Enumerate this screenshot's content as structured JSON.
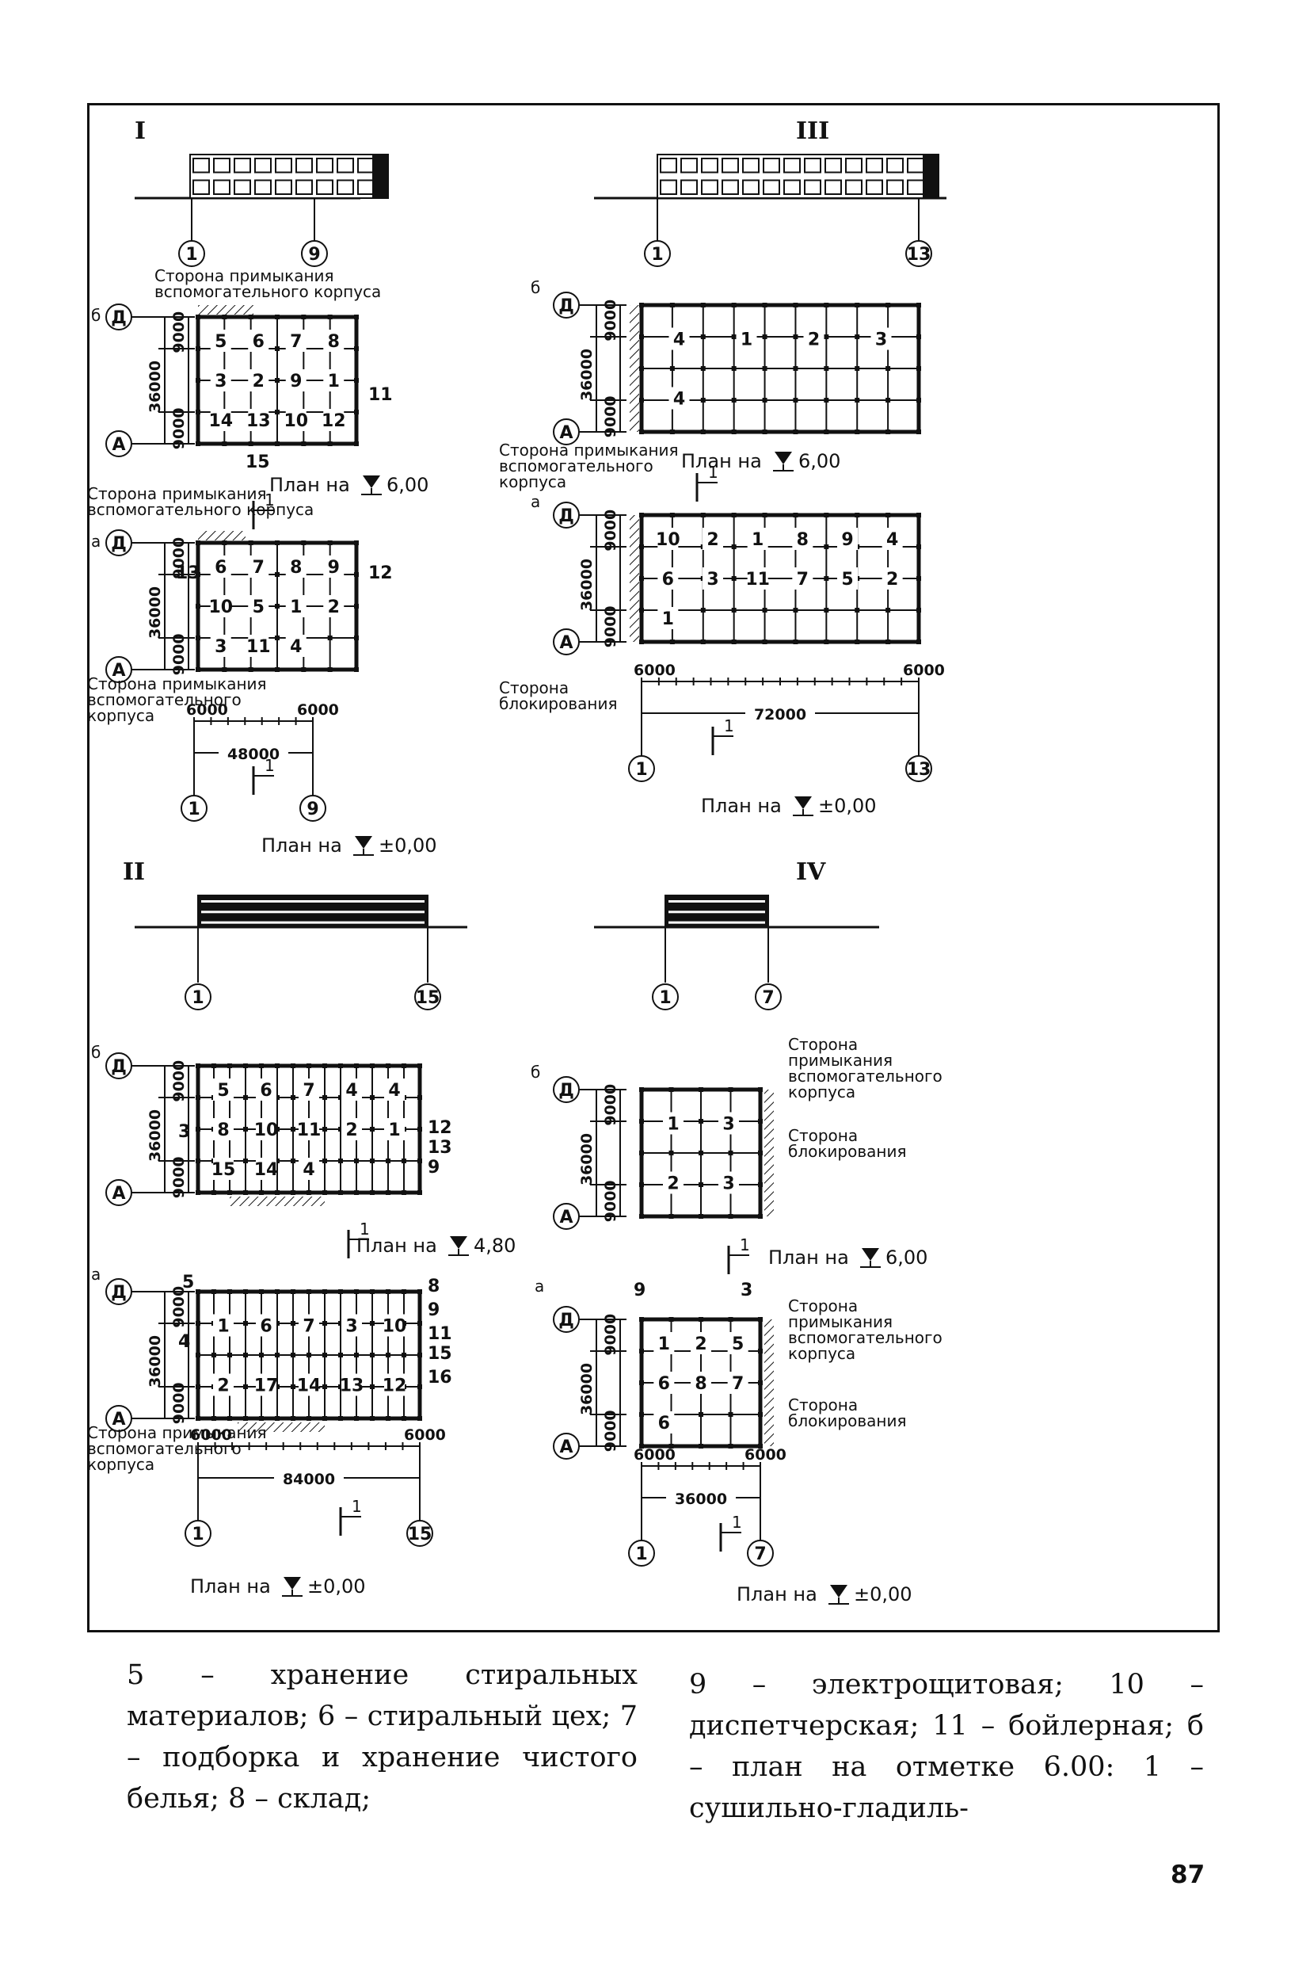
{
  "figure": {
    "panels": {
      "I": {
        "numeral": "I",
        "axis_start": "1",
        "axis_end": "9",
        "plan_b_label": "План на",
        "plan_b_level": "6,00",
        "plan_a_label": "План на",
        "plan_a_level": "±0,00",
        "span_total": "48000",
        "span_edge": "6000",
        "height_total": "36000",
        "height_bay": "9000",
        "row_top": "Д",
        "row_bottom": "А",
        "sheet_b": "б",
        "sheet_a": "а",
        "section_mark": "1",
        "adjacency_note": "Сторона примыкания вспомогательного корпуса",
        "adjacency_note_a": "Сторона примыкания вспомогательного корпуса",
        "adjacency_note_bottom": "Сторона примыкания вспомогательного корпуса",
        "rooms_b": [
          "5",
          "6",
          "7",
          "8",
          "3",
          "2",
          "9",
          "1",
          "14",
          "13",
          "10",
          "12"
        ],
        "callouts_b": [
          "11",
          "15"
        ],
        "rooms_a": [
          "6",
          "7",
          "8",
          "9",
          "10",
          "5",
          "1",
          "2",
          "3",
          "11",
          "4"
        ],
        "callouts_a": [
          "13",
          "12",
          "1"
        ]
      },
      "III": {
        "numeral": "III",
        "axis_start": "1",
        "axis_end": "13",
        "plan_b_label": "План на",
        "plan_b_level": "6,00",
        "plan_a_label": "План на",
        "plan_a_level": "±0,00",
        "span_total": "72000",
        "span_edge": "6000",
        "height_total": "36000",
        "height_bay": "9000",
        "row_top": "Д",
        "row_bottom": "А",
        "sheet_b": "б",
        "sheet_a": "а",
        "section_mark": "1",
        "adjacency_note": "Сторона примыкания вспомогательного корпуса",
        "blocking_note": "Сторона блокирования",
        "rooms_b": [
          "4",
          "1",
          "2",
          "3",
          "4"
        ],
        "rooms_a": [
          "10",
          "2",
          "1",
          "8",
          "9",
          "4",
          "6",
          "3",
          "11",
          "7",
          "5",
          "2",
          "1"
        ]
      },
      "II": {
        "numeral": "II",
        "axis_start": "1",
        "axis_end": "15",
        "plan_b_label": "План на",
        "plan_b_level": "4,80",
        "plan_a_label": "План на",
        "plan_a_level": "±0,00",
        "span_total": "84000",
        "span_edge": "6000",
        "height_total": "36000",
        "height_bay": "9000",
        "row_top": "Д",
        "row_bottom": "А",
        "sheet_b": "б",
        "sheet_a": "а",
        "section_mark": "1",
        "adjacency_note": "Сторона примыкания вспомогательного корпуса",
        "rooms_b": [
          "5",
          "6",
          "7",
          "4",
          "4",
          "8",
          "10",
          "11",
          "2",
          "1",
          "15",
          "14",
          "4"
        ],
        "callouts_b": [
          "3",
          "12",
          "13",
          "9"
        ],
        "rooms_a": [
          "1",
          "6",
          "7",
          "3",
          "10",
          "2",
          "17",
          "14",
          "13",
          "12"
        ],
        "callouts_a": [
          "5",
          "4",
          "8",
          "9",
          "11",
          "15",
          "16"
        ]
      },
      "IV": {
        "numeral": "IV",
        "axis_start": "1",
        "axis_end": "7",
        "plan_b_label": "План на",
        "plan_b_level": "6,00",
        "plan_a_label": "План на",
        "plan_a_level": "±0,00",
        "span_total": "36000",
        "span_edge": "6000",
        "height_total": "36000",
        "height_bay": "9000",
        "row_top": "Д",
        "row_bottom": "А",
        "sheet_b": "б",
        "sheet_a": "а",
        "section_mark": "1",
        "adjacency_note": "Сторона примыкания вспомогательного корпуса",
        "blocking_note": "Сторона блокирования",
        "adjacency_note_a": "Сторона примыкания вспомогательного корпуса",
        "blocking_note_a": "Сторона блокирования",
        "rooms_b": [
          "1",
          "3",
          "2",
          "3"
        ],
        "rooms_a": [
          "1",
          "2",
          "5",
          "6",
          "8",
          "7",
          "6"
        ],
        "callouts_a": [
          "9",
          "3"
        ]
      }
    }
  },
  "caption": {
    "left": "5 – хранение стиральных материалов; 6 – стиральный цех; 7 – подборка и хранение чистого белья; 8 – склад;",
    "right": "9 – электрощитовая; 10 – диспетчерская; 11 – бойлерная; б – план на отметке 6.00: 1 – сушильно-гладиль-"
  },
  "page_number": "87"
}
